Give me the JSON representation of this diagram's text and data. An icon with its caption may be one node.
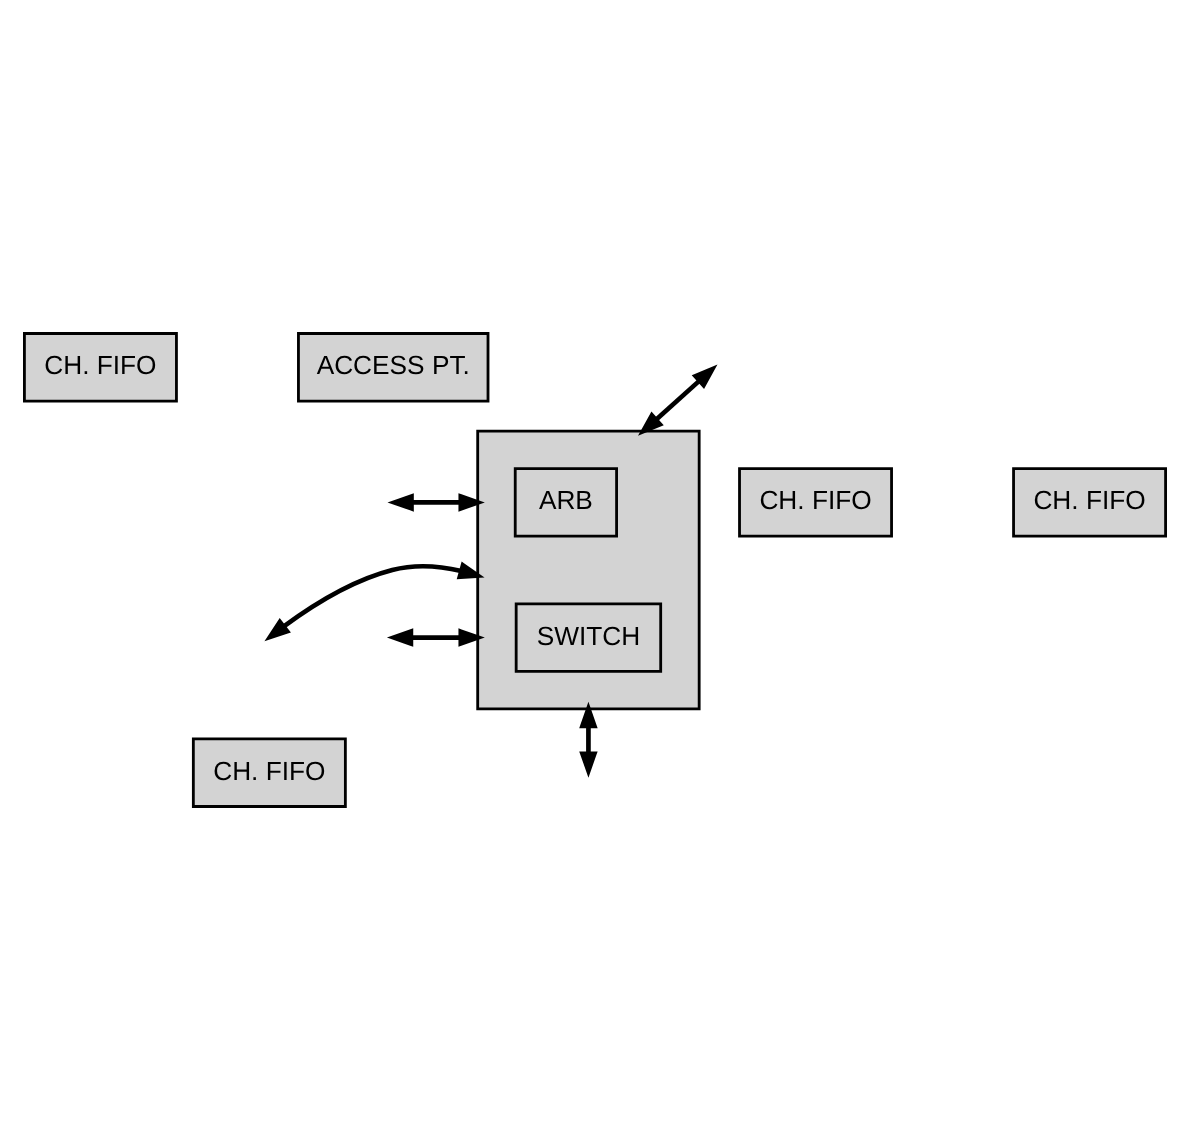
{
  "diagram": {
    "nodes": [
      {
        "text": [
          "CH. FIFO"
        ]
      },
      {
        "text": [
          "ACCESS PT."
        ]
      },
      {
        "text": [],
        "shape": "box"
      },
      {
        "text": [
          "ARB"
        ],
        "in": 2
      },
      {
        "text": [
          "SWITCH"
        ],
        "in": 2
      },
      {
        "text": [
          "CH. FIFO"
        ]
      },
      {
        "text": [
          "CH. FIFO"
        ]
      },
      {
        "text": [
          "CH. FIFO"
        ]
      }
    ],
    "edges": [
      {
        "from": 2,
        "to": null,
        "arrow": "both"
      },
      {
        "from": 2,
        "to": null,
        "arrow": "both"
      },
      {
        "from": 2,
        "to": null,
        "arrow": "both"
      },
      {
        "from": 2,
        "to": null,
        "arrow": "both"
      },
      {
        "from": 2,
        "to": null,
        "arrow": "both"
      }
    ]
  }
}
